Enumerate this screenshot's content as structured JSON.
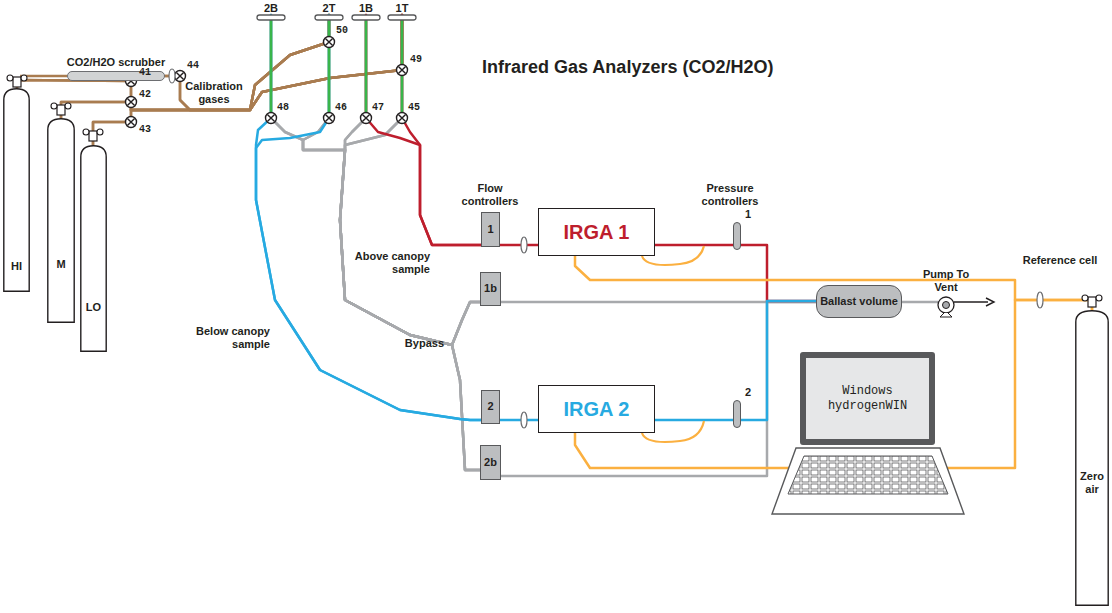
{
  "diagram": {
    "title": "Infrared Gas Analyzers (CO2/H2O)",
    "nodes": [
      {
        "text": [
          "HI"
        ]
      },
      {
        "text": [
          "M"
        ]
      },
      {
        "text": [
          "LO"
        ]
      },
      {
        "text": [
          "CO2/H2O scrubber"
        ]
      },
      {
        "text": [
          "2B"
        ]
      },
      {
        "text": [
          "2T"
        ]
      },
      {
        "text": [
          "1B"
        ]
      },
      {
        "text": [
          "1T"
        ]
      },
      {
        "text": [
          "1"
        ]
      },
      {
        "text": [
          "1b"
        ]
      },
      {
        "text": [
          "2"
        ]
      },
      {
        "text": [
          "2b"
        ]
      },
      {
        "text": [
          "IRGA 1"
        ]
      },
      {
        "text": [
          "IRGA 2"
        ]
      },
      {
        "text": [
          "1"
        ]
      },
      {
        "text": [
          "2"
        ]
      },
      {
        "text": [
          "Ballast volume"
        ]
      },
      {
        "text": [
          "Zero air"
        ]
      },
      {
        "text": [
          "Windows hydrogenWIN"
        ]
      }
    ],
    "edges": [
      {
        "from": 4,
        "to": 9,
        "arrow": "none"
      },
      {
        "from": 5,
        "to": 9,
        "arrow": "none"
      },
      {
        "from": 6,
        "to": 9,
        "arrow": "none"
      },
      {
        "from": 7,
        "to": 9,
        "arrow": "none"
      },
      {
        "from": 4,
        "to": 11,
        "arrow": "none"
      },
      {
        "from": 5,
        "to": 11,
        "arrow": "none"
      },
      {
        "from": 6,
        "to": 11,
        "arrow": "none"
      },
      {
        "from": 7,
        "to": 11,
        "arrow": "none"
      },
      {
        "from": 9,
        "to": 16,
        "arrow": "none"
      },
      {
        "from": 11,
        "to": 16,
        "arrow": "none"
      },
      {
        "from": 0,
        "to": 5,
        "arrow": "none"
      },
      {
        "from": 1,
        "to": 5,
        "arrow": "none"
      },
      {
        "from": 2,
        "to": 5,
        "arrow": "none"
      },
      {
        "from": 3,
        "to": 5,
        "arrow": "none"
      },
      {
        "from": 0,
        "to": 7,
        "arrow": "none"
      },
      {
        "from": 1,
        "to": 7,
        "arrow": "none"
      },
      {
        "from": 2,
        "to": 7,
        "arrow": "none"
      },
      {
        "from": 3,
        "to": 7,
        "arrow": "none"
      },
      {
        "from": 6,
        "to": 8,
        "arrow": "none"
      },
      {
        "from": 7,
        "to": 8,
        "arrow": "none"
      },
      {
        "from": 8,
        "to": 12,
        "arrow": "none"
      },
      {
        "from": 12,
        "to": 14,
        "arrow": "none"
      },
      {
        "from": 14,
        "to": 16,
        "arrow": "none"
      },
      {
        "from": 4,
        "to": 10,
        "arrow": "none"
      },
      {
        "from": 5,
        "to": 10,
        "arrow": "none"
      },
      {
        "from": 10,
        "to": 13,
        "arrow": "none"
      },
      {
        "from": 13,
        "to": 15,
        "arrow": "none"
      },
      {
        "from": 15,
        "to": 16,
        "arrow": "none"
      },
      {
        "from": 17,
        "to": 12,
        "arrow": "none"
      },
      {
        "from": 17,
        "to": 13,
        "arrow": "none"
      }
    ],
    "labels": [
      "Calibration gases",
      "Flow controllers",
      "Pressure controllers",
      "Above canopy sample",
      "Below canopy sample",
      "Bypass",
      "Reference cell",
      "Pump To Vent",
      "44",
      "41",
      "42",
      "43",
      "50",
      "49",
      "48",
      "46",
      "47",
      "45"
    ]
  }
}
